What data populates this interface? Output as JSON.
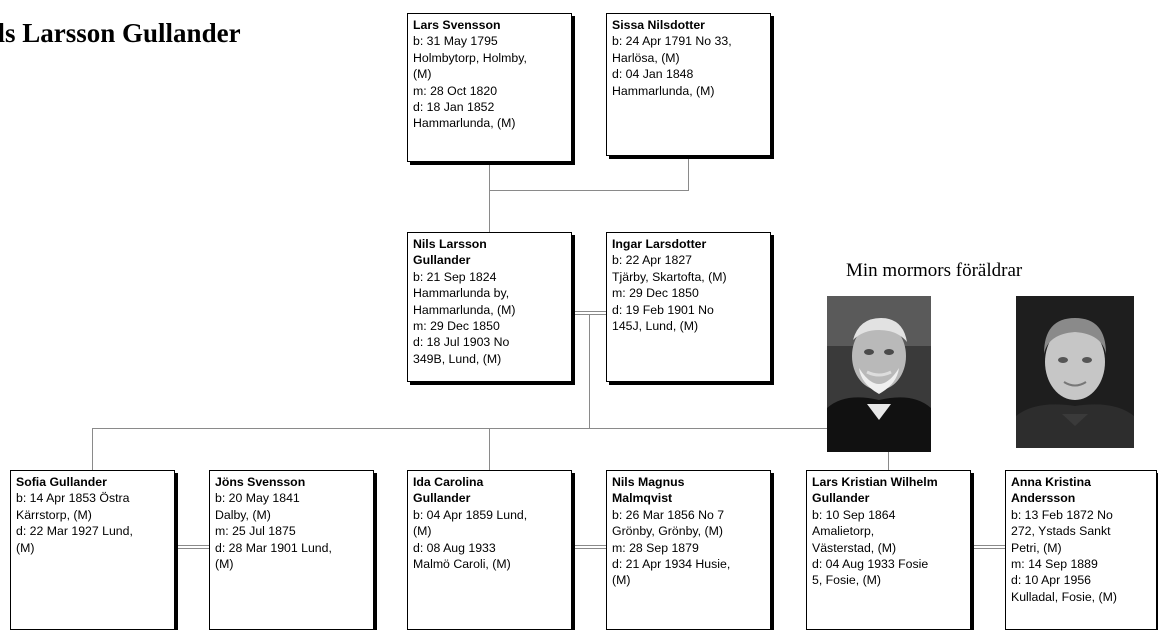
{
  "page": {
    "title": "ils Larsson Gullander",
    "caption": "Min mormors föräldrar"
  },
  "people": {
    "lars_svensson": {
      "name": [
        "Lars Svensson"
      ],
      "lines": [
        "b: 31 May 1795",
        "Holmbytorp, Holmby,",
        "(M)",
        "m: 28 Oct 1820",
        "d: 18 Jan 1852",
        "Hammarlunda, (M)"
      ]
    },
    "sissa_nilsdotter": {
      "name": [
        "Sissa Nilsdotter"
      ],
      "lines": [
        "b: 24 Apr 1791 No 33,",
        "Harlösa, (M)",
        "d: 04 Jan 1848",
        "Hammarlunda, (M)"
      ]
    },
    "nils_larsson": {
      "name": [
        "Nils Larsson",
        "Gullander"
      ],
      "lines": [
        "b: 21 Sep 1824",
        "Hammarlunda by,",
        "Hammarlunda, (M)",
        "m: 29 Dec 1850",
        "d: 18 Jul 1903 No",
        "349B, Lund, (M)"
      ]
    },
    "ingar_larsdotter": {
      "name": [
        "Ingar Larsdotter"
      ],
      "lines": [
        "b: 22 Apr 1827",
        "Tjärby, Skartofta, (M)",
        "m: 29 Dec 1850",
        "d: 19 Feb 1901 No",
        "145J, Lund, (M)"
      ]
    },
    "sofia_gullander": {
      "name": [
        "Sofia Gullander"
      ],
      "lines": [
        "b: 14 Apr 1853 Östra",
        "Kärrstorp, (M)",
        "d: 22 Mar 1927 Lund,",
        "(M)"
      ]
    },
    "jons_svensson": {
      "name": [
        "Jöns Svensson"
      ],
      "lines": [
        "b: 20 May 1841",
        "Dalby, (M)",
        "m: 25 Jul 1875",
        "d: 28 Mar 1901 Lund,",
        "(M)"
      ]
    },
    "ida_carolina": {
      "name": [
        "Ida Carolina",
        "Gullander"
      ],
      "lines": [
        "b: 04 Apr 1859 Lund,",
        "(M)",
        "d: 08 Aug 1933",
        "Malmö Caroli, (M)"
      ]
    },
    "nils_magnus": {
      "name": [
        "Nils Magnus",
        "Malmqvist"
      ],
      "lines": [
        "b: 26 Mar 1856 No 7",
        "Grönby, Grönby, (M)",
        "m: 28 Sep 1879",
        "d: 21 Apr 1934 Husie,",
        "(M)"
      ]
    },
    "lars_kristian": {
      "name": [
        "Lars Kristian Wilhelm",
        "Gullander"
      ],
      "lines": [
        "b: 10 Sep 1864",
        "Amalietorp,",
        "Västerstad, (M)",
        "d: 04 Aug 1933 Fosie",
        "5, Fosie, (M)"
      ]
    },
    "anna_kristina": {
      "name": [
        "Anna Kristina",
        "Andersson"
      ],
      "lines": [
        "b: 13 Feb 1872 No",
        "272, Ystads Sankt",
        "Petri, (M)",
        "m: 14 Sep 1889",
        "d: 10 Apr 1956",
        "Kulladal, Fosie, (M)"
      ]
    }
  },
  "colors": {
    "connector": "#8a8a8a",
    "box_border": "#000000",
    "background": "#ffffff"
  }
}
